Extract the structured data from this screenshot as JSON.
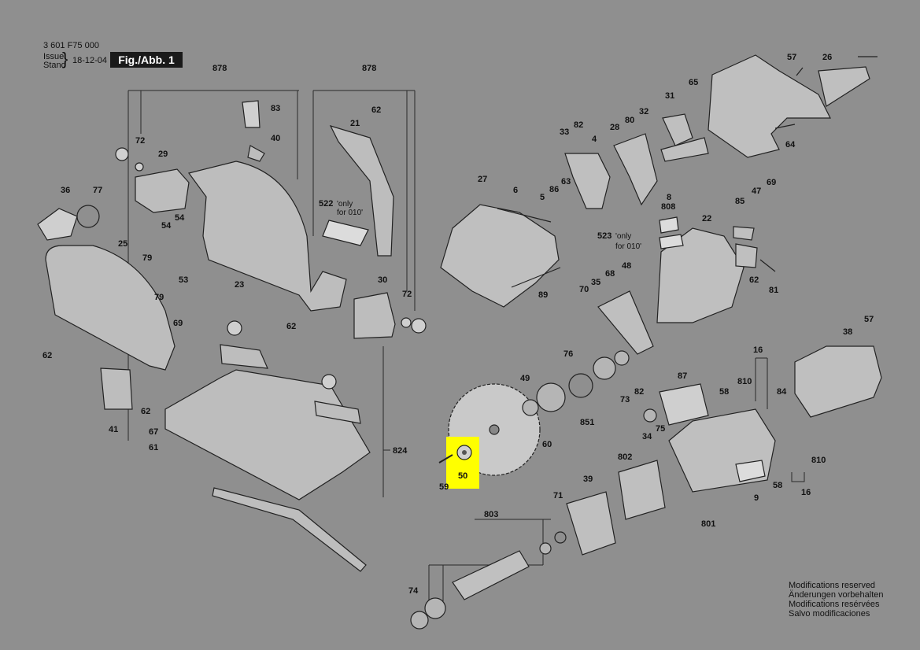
{
  "header": {
    "doc_number": "3 601 F75 000",
    "issue_label": "Issue",
    "stand_label": "Stand",
    "issue_date": "18-12-04",
    "figure_label": "Fig./Abb. 1"
  },
  "modifications": [
    "Modifications reserved",
    "Änderungen vorbehalten",
    "Modifications resérvées",
    "Salvo modificaciones"
  ],
  "notes": {
    "n522": "'only",
    "n522b": "for 010'",
    "n523": "'only",
    "n523b": "for 010'"
  },
  "part_labels": {
    "p878a": "878",
    "p878b": "878",
    "p83": "83",
    "p62a": "62",
    "p72a": "72",
    "p29": "29",
    "p40": "40",
    "p21": "21",
    "p36": "36",
    "p77": "77",
    "p54a": "54",
    "p54b": "54",
    "p522": "522",
    "p25": "25",
    "p79a": "79",
    "p79b": "79",
    "p53": "53",
    "p23": "23",
    "p30": "30",
    "p72b": "72",
    "p62b": "62",
    "p69a": "69",
    "p62c": "62",
    "p62d": "62",
    "p41": "41",
    "p67": "67",
    "p61": "61",
    "p824": "824",
    "p33": "33",
    "p82a": "82",
    "p4": "4",
    "p28": "28",
    "p80": "80",
    "p32": "32",
    "p31": "31",
    "p65": "65",
    "p57a": "57",
    "p26": "26",
    "p64": "64",
    "p27": "27",
    "p6": "6",
    "p5": "5",
    "p86": "86",
    "p63": "63",
    "p8": "8",
    "p808": "808",
    "p523": "523",
    "p85": "85",
    "p47": "47",
    "p69b": "69",
    "p22": "22",
    "p62e": "62",
    "p81": "81",
    "p89": "89",
    "p68": "68",
    "p48": "48",
    "p35": "35",
    "p70": "70",
    "p76": "76",
    "p49": "49",
    "p73": "73",
    "p82b": "82",
    "p87": "87",
    "p16a": "16",
    "p810a": "810",
    "p58a": "58",
    "p84": "84",
    "p38": "38",
    "p57b": "57",
    "p851": "851",
    "p34": "34",
    "p75": "75",
    "p60": "60",
    "p50": "50",
    "p59": "59",
    "p802": "802",
    "p39": "39",
    "p71": "71",
    "p803": "803",
    "p801": "801",
    "p9": "9",
    "p58b": "58",
    "p16b": "16",
    "p810b": "810",
    "p74": "74"
  },
  "highlight": {
    "part": "50",
    "color": "#ffff00"
  }
}
